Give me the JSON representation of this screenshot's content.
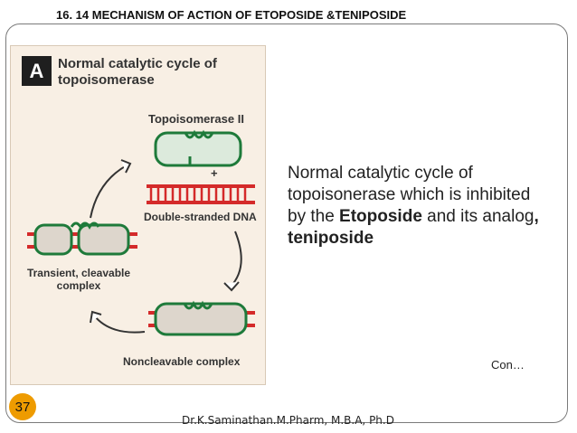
{
  "slide": {
    "title": "16. 14  MECHANISM OF ACTION OF ETOPOSIDE &TENIPOSIDE",
    "page_number": "37",
    "footer": "Dr.K.Saminathan.M.Pharm, M.B.A, Ph.D",
    "continued": "Con…"
  },
  "figure": {
    "badge": "A",
    "title": "Normal catalytic cycle of topoisomerase",
    "labels": {
      "topoisomerase": "Topoisomerase II",
      "plus": "+",
      "dna": "Double-stranded DNA",
      "transient": "Transient, cleavable complex",
      "noncleavable": "Noncleavable complex"
    }
  },
  "description": {
    "part1": "Normal catalytic cycle of topoisonerase which is inhibited by the ",
    "drug1": "Etoposide",
    "part2": " and its analog",
    "drug2": ", teniposide"
  },
  "colors": {
    "enzyme_green": "#1e7a3a",
    "dna_red": "#d42a2a",
    "badge_page": "#ee9b00",
    "figure_bg": "#f8efe4"
  }
}
